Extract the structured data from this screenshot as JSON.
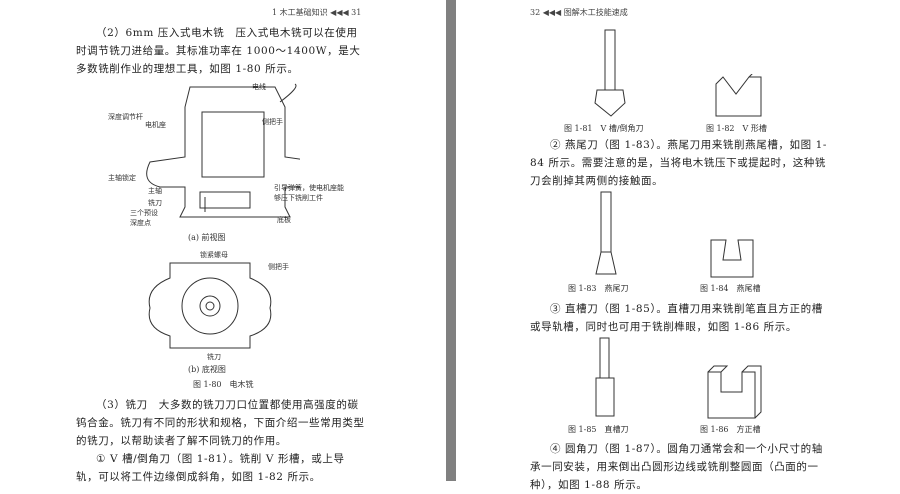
{
  "left_page": {
    "header": "1 木工基础知识 ◀◀◀ 31",
    "para1": "（2）6mm 压入式电木铣　压入式电木铣可以在使用时调节铣刀进给量。其标准功率在 1000～1400W，是大多数铣削作业的理想工具，如图 1-80 所示。",
    "fig_a_labels": {
      "cord": "电线",
      "depth_rod": "深度调节杆",
      "motor_base": "电机座",
      "side_handle": "侧把手",
      "spindle_lock": "主轴锁定",
      "spindle": "主轴",
      "bit": "铣刀",
      "presets": "三个预设深度点",
      "spring": "引导弹簧，使电机座能够压下铣削工件",
      "base": "底板"
    },
    "fig_a_caption": "(a) 前视图",
    "fig_b_labels": {
      "nut": "锁紧螺母",
      "side_handle": "侧把手",
      "bit": "铣刀"
    },
    "fig_b_caption": "(b) 底视图",
    "figure_caption": "图 1-80　电木铣",
    "para2": "（3）铣刀　大多数的铣刀刀口位置都使用高强度的碳钨合金。铣刀有不同的形状和规格，下面介绍一些常用类型的铣刀，以帮助读者了解不同铣刀的作用。",
    "para3": "① V 槽/倒角刀（图 1-81）。铣削 V 形槽，或上导轨，可以将工件边缘倒成斜角，如图 1-82 所示。"
  },
  "right_page": {
    "header": "32 ◀◀◀ 图解木工技能速成",
    "fig81": "图 1-81　V 槽/倒角刀",
    "fig82": "图 1-82　V 形槽",
    "para1": "② 燕尾刀（图 1-83）。燕尾刀用来铣削燕尾槽，如图 1-84 所示。需要注意的是，当将电木铣压下或提起时，这种铣刀会削掉其两侧的接触面。",
    "fig83": "图 1-83　燕尾刀",
    "fig84": "图 1-84　燕尾槽",
    "para2": "③ 直槽刀（图 1-85）。直槽刀用来铣削笔直且方正的槽或导轨槽，同时也可用于铣削榫眼，如图 1-86 所示。",
    "fig85": "图 1-85　直槽刀",
    "fig86": "图 1-86　方正槽",
    "para3": "④ 圆角刀（图 1-87）。圆角刀通常会和一个小尺寸的轴承一同安装，用来倒出凸圆形边线或铣削整圆面（凸面的一种），如图 1-88 所示。"
  }
}
